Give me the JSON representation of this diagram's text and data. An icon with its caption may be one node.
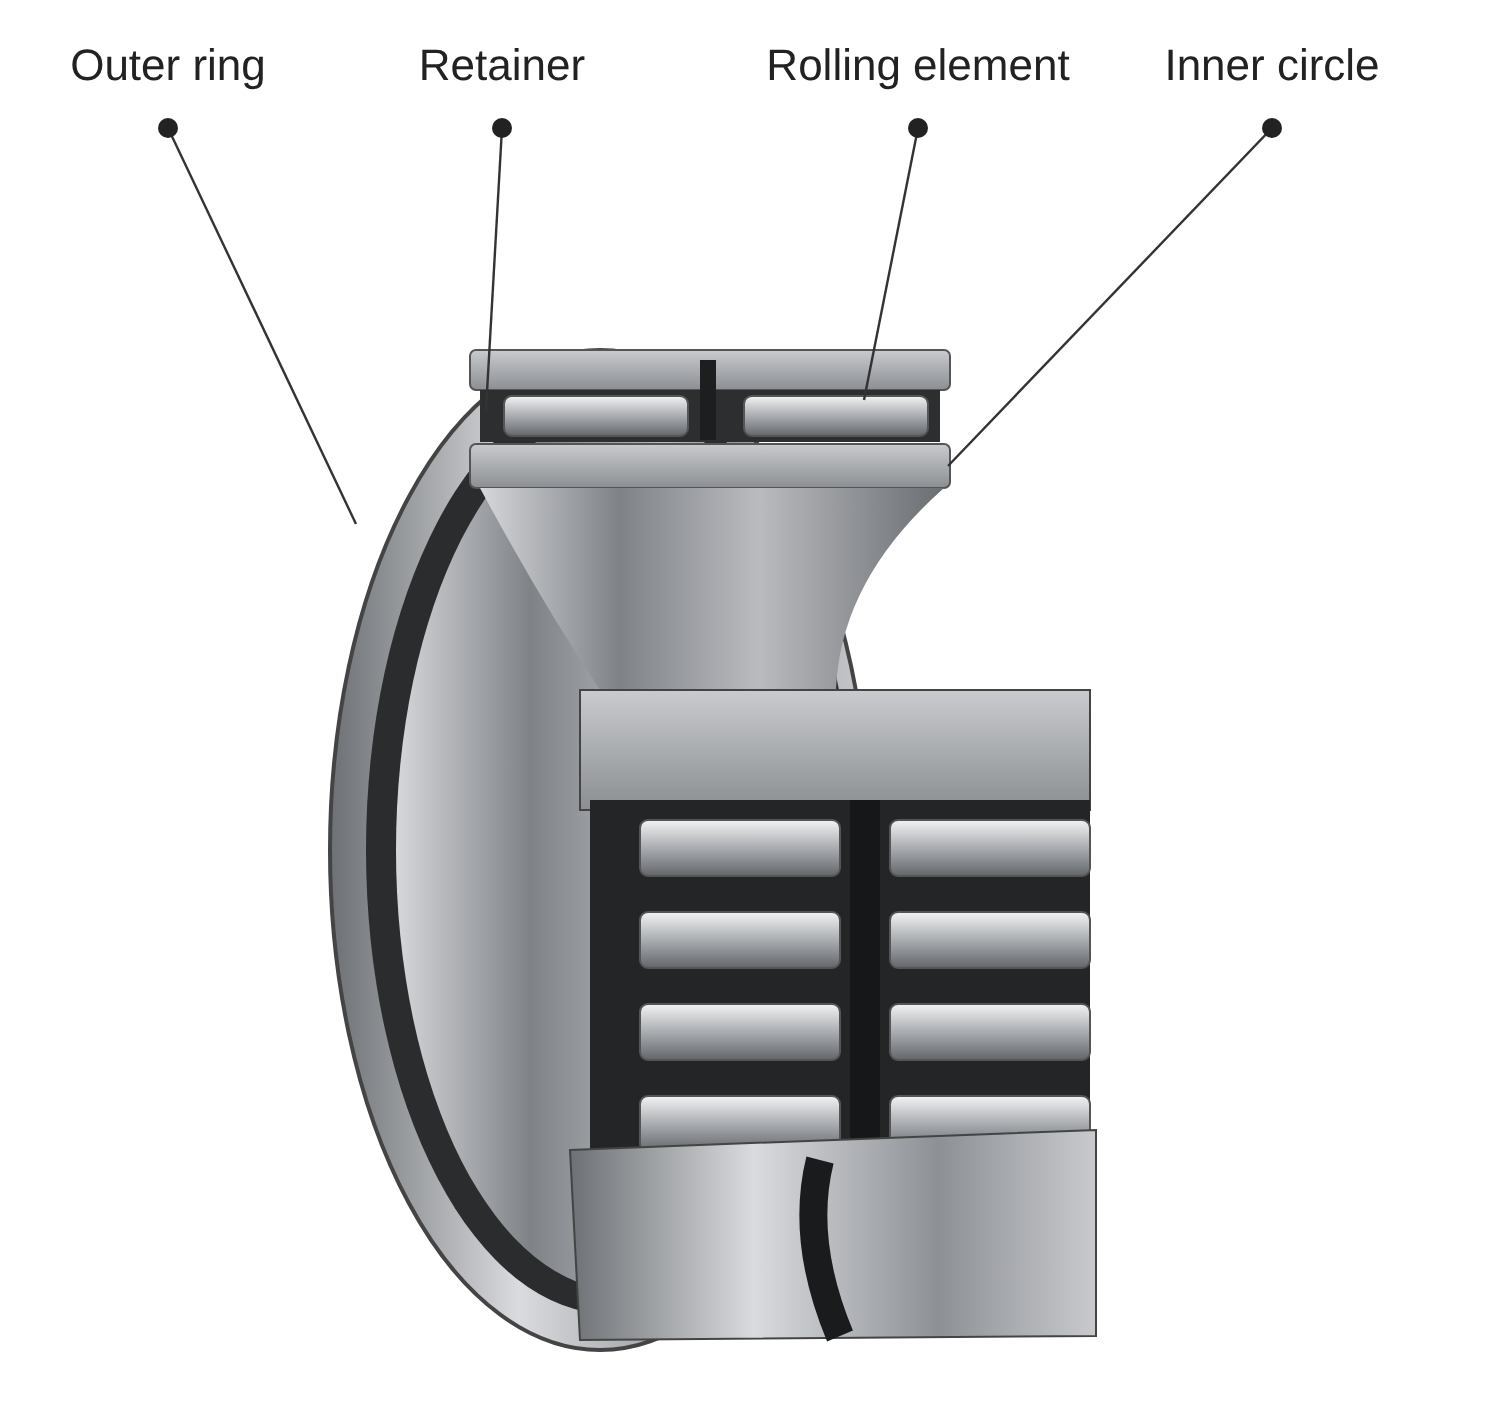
{
  "diagram": {
    "nodes": [
      {
        "text": [
          "Outer ring"
        ]
      },
      {
        "text": [
          "Retainer"
        ]
      },
      {
        "text": [
          "Rolling element"
        ]
      },
      {
        "text": [
          "Inner circle"
        ]
      }
    ],
    "edges": [
      {
        "from": 0,
        "to": null,
        "arrow": "other"
      },
      {
        "from": 1,
        "to": null,
        "arrow": "other"
      },
      {
        "from": 2,
        "to": null,
        "arrow": "other"
      },
      {
        "from": 3,
        "to": null,
        "arrow": "other"
      }
    ]
  }
}
